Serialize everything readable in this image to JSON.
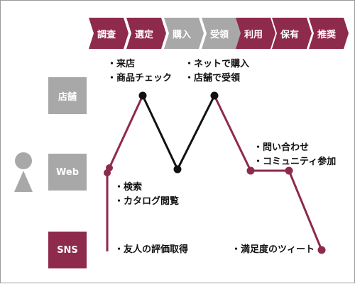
{
  "colors": {
    "accent": "#8e2a4b",
    "inactive": "#a8a8a8",
    "line_dark": "#111111",
    "avatar": "#a8a8a8"
  },
  "stages": [
    {
      "label": "調査",
      "active": true
    },
    {
      "label": "選定",
      "active": true
    },
    {
      "label": "購入",
      "active": false
    },
    {
      "label": "受領",
      "active": false
    },
    {
      "label": "利用",
      "active": true
    },
    {
      "label": "保有",
      "active": true
    },
    {
      "label": "推奨",
      "active": true
    }
  ],
  "channels": [
    {
      "label": "店舗",
      "active": false
    },
    {
      "label": "Web",
      "active": false
    },
    {
      "label": "SNS",
      "active": true
    }
  ],
  "annotations": {
    "store_visit": [
      "・来店",
      "・商品チェック"
    ],
    "store_buy": [
      "・ネットで購入",
      "・店舗で受領"
    ],
    "web_search": [
      "・検索",
      "・カタログ閲覧"
    ],
    "web_contact": [
      "・問い合わせ",
      "・コミュニティ参加"
    ],
    "sns_friend": [
      "・友人の評価取得"
    ],
    "sns_tweet": [
      "・満足度のツィート"
    ]
  },
  "avatar_icon": "person-icon"
}
